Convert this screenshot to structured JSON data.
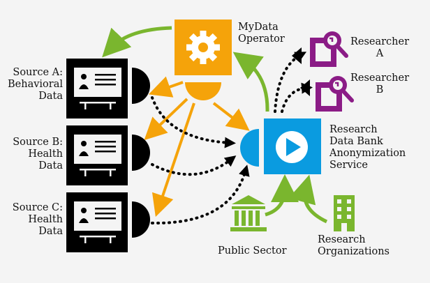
{
  "colors": {
    "background": "#f4f4f4",
    "operator_orange": "#f5a30a",
    "research_blue": "#0a9be0",
    "researcher_purple": "#8b1c86",
    "sector_green": "#7ab62e",
    "source_black": "#000000"
  },
  "nodes": {
    "operator": {
      "line1": "MyData",
      "line2": "Operator",
      "icon": "gear-icon"
    },
    "researcher_a": {
      "line1": "Researcher",
      "line2": "A",
      "icon": "search-document-icon"
    },
    "researcher_b": {
      "line1": "Researcher",
      "line2": "B",
      "icon": "search-document-icon"
    },
    "source_a": {
      "line1": "Source A:",
      "line2": "Behavioral",
      "line3": "Data",
      "icon": "id-card-icon"
    },
    "source_b": {
      "line1": "Source B:",
      "line2": "Health",
      "line3": "Data",
      "icon": "id-card-icon"
    },
    "source_c": {
      "line1": "Source C:",
      "line2": "Health",
      "line3": "Data",
      "icon": "id-card-icon"
    },
    "research_bank": {
      "line1": "Research",
      "line2": "Data Bank",
      "line3": "Anonymization",
      "line4": "Service",
      "icon": "play-icon"
    },
    "public_sector": {
      "line1": "Public Sector",
      "icon": "government-building-icon"
    },
    "research_orgs": {
      "line1": "Research",
      "line2": "Organizations",
      "icon": "office-building-icon"
    }
  }
}
